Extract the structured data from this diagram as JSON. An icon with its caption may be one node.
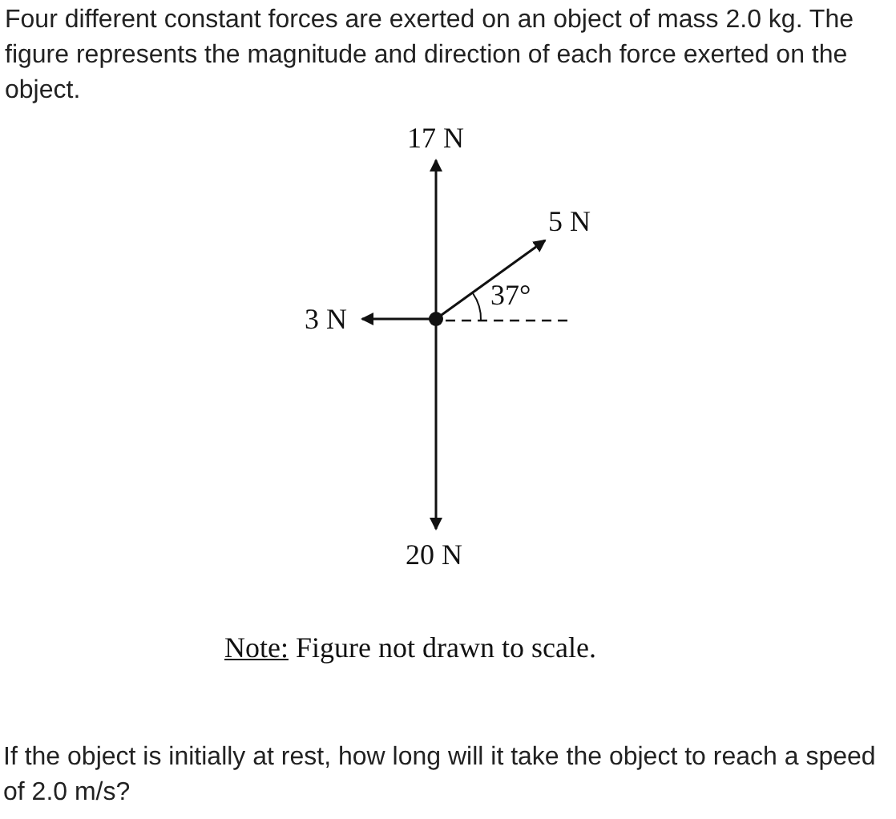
{
  "diagram": {
    "labels": [
      "Four different constant forces are exerted on an object of mass 2.0 kg. The figure represents the magnitude and direction of each force exerted on the object.",
      "17 N",
      "5 N",
      "37°",
      "3 N",
      "20 N",
      "Note: Figure not drawn to scale.",
      "If the object is initially at rest, how long will it take the object to reach a speed of 2.0 m/s?"
    ]
  }
}
